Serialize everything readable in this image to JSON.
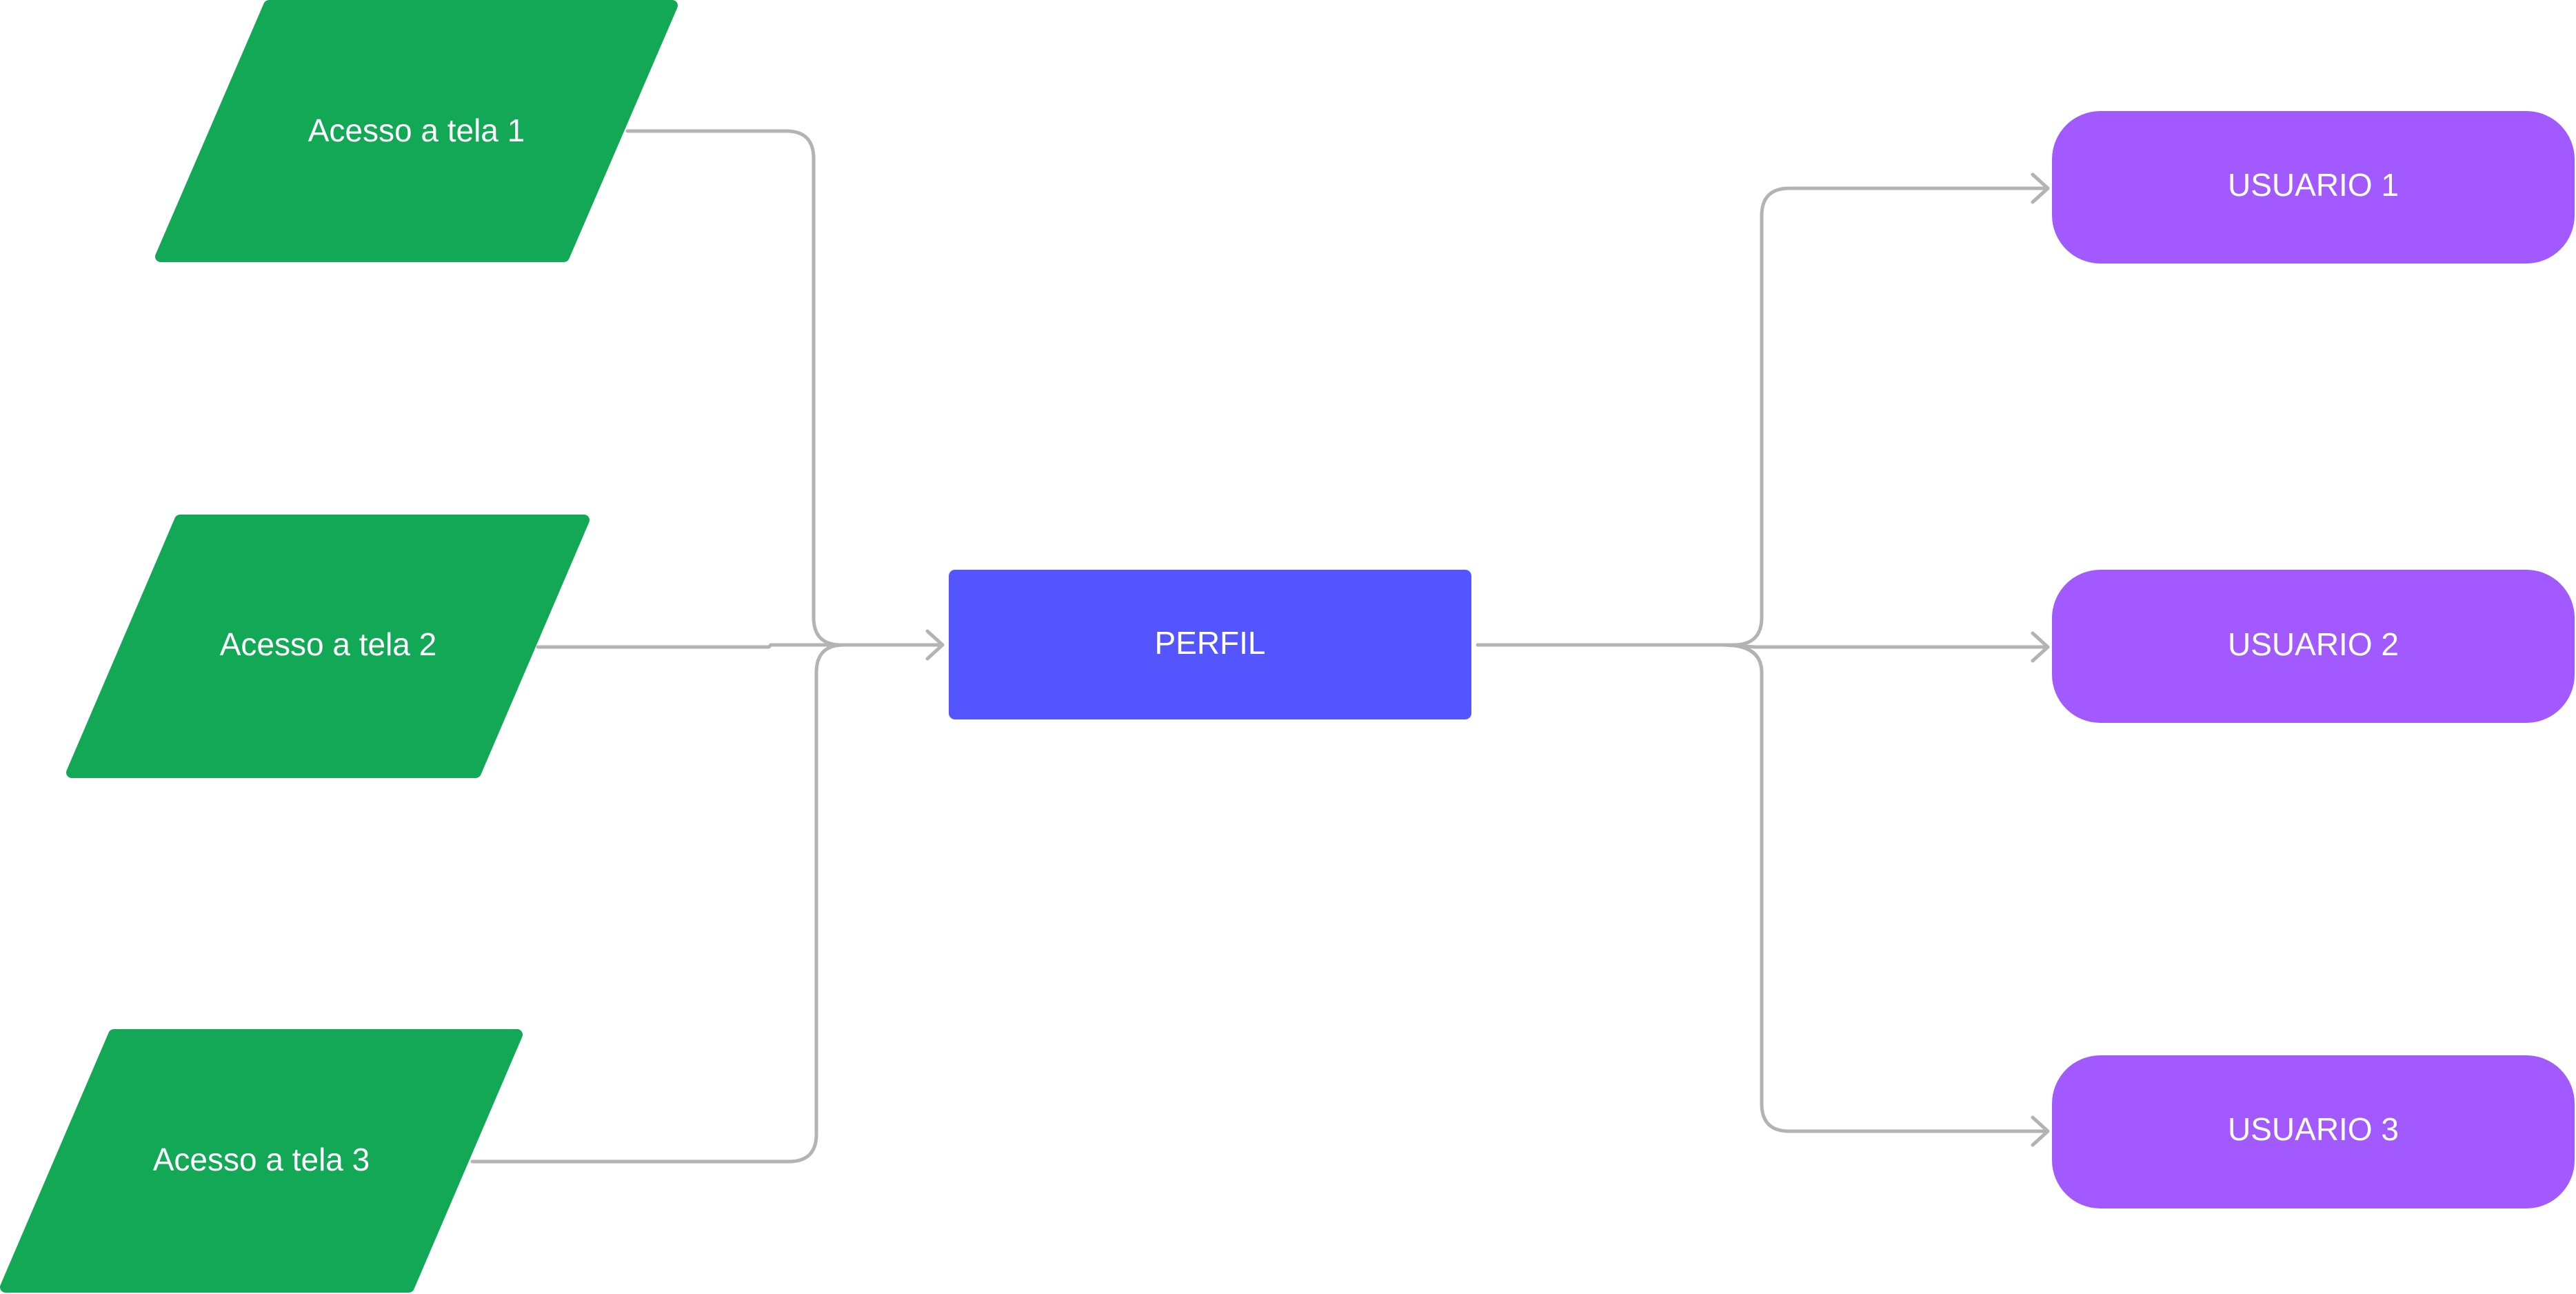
{
  "diagram": {
    "inputs": [
      {
        "label": "Acesso a tela 1"
      },
      {
        "label": "Acesso a tela 2"
      },
      {
        "label": "Acesso a tela 3"
      }
    ],
    "center": {
      "label": "PERFIL"
    },
    "outputs": [
      {
        "label": "USUARIO 1"
      },
      {
        "label": "USUARIO 2"
      },
      {
        "label": "USUARIO 3"
      }
    ]
  },
  "colors": {
    "input_fill": "#12a855",
    "center_fill": "#5555ff",
    "output_fill": "#a259ff",
    "connector": "#b3b3b3",
    "text": "#ffffff"
  }
}
